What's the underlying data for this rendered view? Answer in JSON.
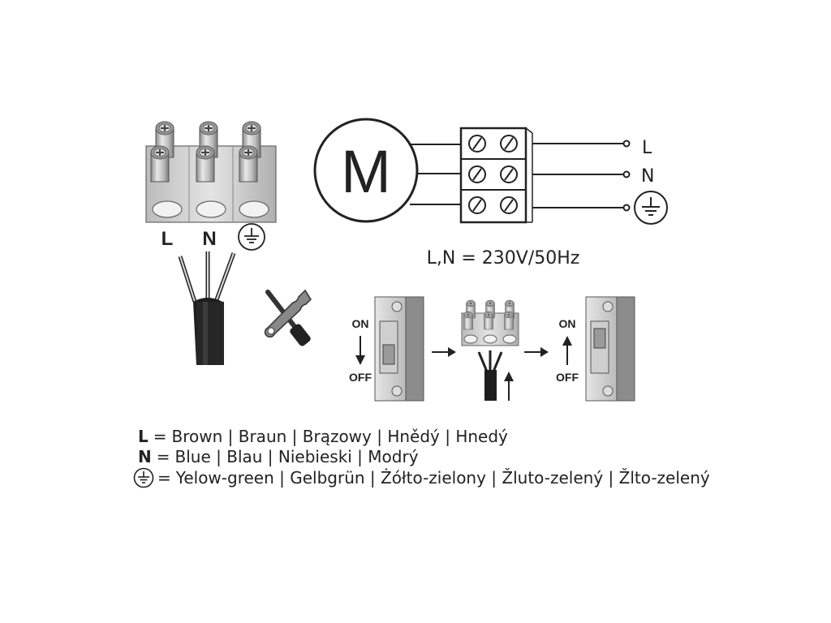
{
  "connector_labels": {
    "live": "L",
    "neutral": "N"
  },
  "motor": {
    "letter": "M"
  },
  "terminal_labels": {
    "live": "L",
    "neutral": "N"
  },
  "supply": {
    "text": "L,N = 230V/50Hz"
  },
  "breaker_steps": {
    "first": {
      "on": "ON",
      "off": "OFF"
    },
    "last": {
      "on": "ON",
      "off": "OFF"
    }
  },
  "legend": {
    "live": {
      "key": "L",
      "text": "Brown | Braun | Brązowy | Hnědý | Hnedý"
    },
    "neutral": {
      "key": "N",
      "text": "Blue | Blau | Niebieski | Modrý"
    },
    "earth": {
      "text": "Yelow-green | Gelbgrün | Żółto-zielony | Žluto-zelený | Žlto-zelený"
    }
  },
  "icons": [
    "earth-icon",
    "tools-icon",
    "arrow-icon"
  ],
  "colors": {
    "line": "#222222",
    "grey_dark": "#6e6e6e",
    "grey_mid": "#a6a6a6",
    "grey_light": "#d9d9d9"
  }
}
